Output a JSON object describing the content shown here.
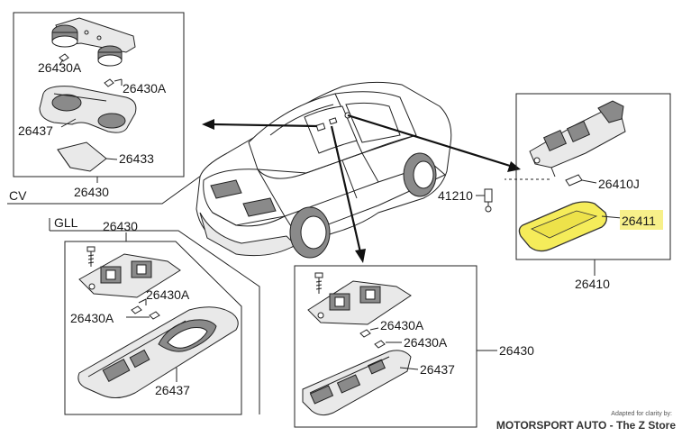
{
  "section_labels": {
    "cv": "CV",
    "gll": "GLL"
  },
  "cv_panel": {
    "part_labels": [
      "26430A",
      "26430A",
      "26437",
      "26433"
    ],
    "assembly_number": "26430"
  },
  "gll_panel": {
    "assembly_number": "26430",
    "part_labels": [
      "26430A",
      "26430A",
      "26437"
    ]
  },
  "center_panel": {
    "part_labels": [
      "26430A",
      "26430A",
      "26437"
    ],
    "assembly_number": "26430"
  },
  "right_panel": {
    "part_labels": [
      "26410J",
      "26411"
    ],
    "assembly_number": "26410"
  },
  "standalone": {
    "screw_number": "41210"
  },
  "highlight": {
    "part": "26411",
    "color": "#f5ec5a",
    "label_box_color": "#f7f08a"
  },
  "credit": {
    "small": "Adapted for clarity by:",
    "big": "MOTORSPORT AUTO - The Z Store"
  }
}
